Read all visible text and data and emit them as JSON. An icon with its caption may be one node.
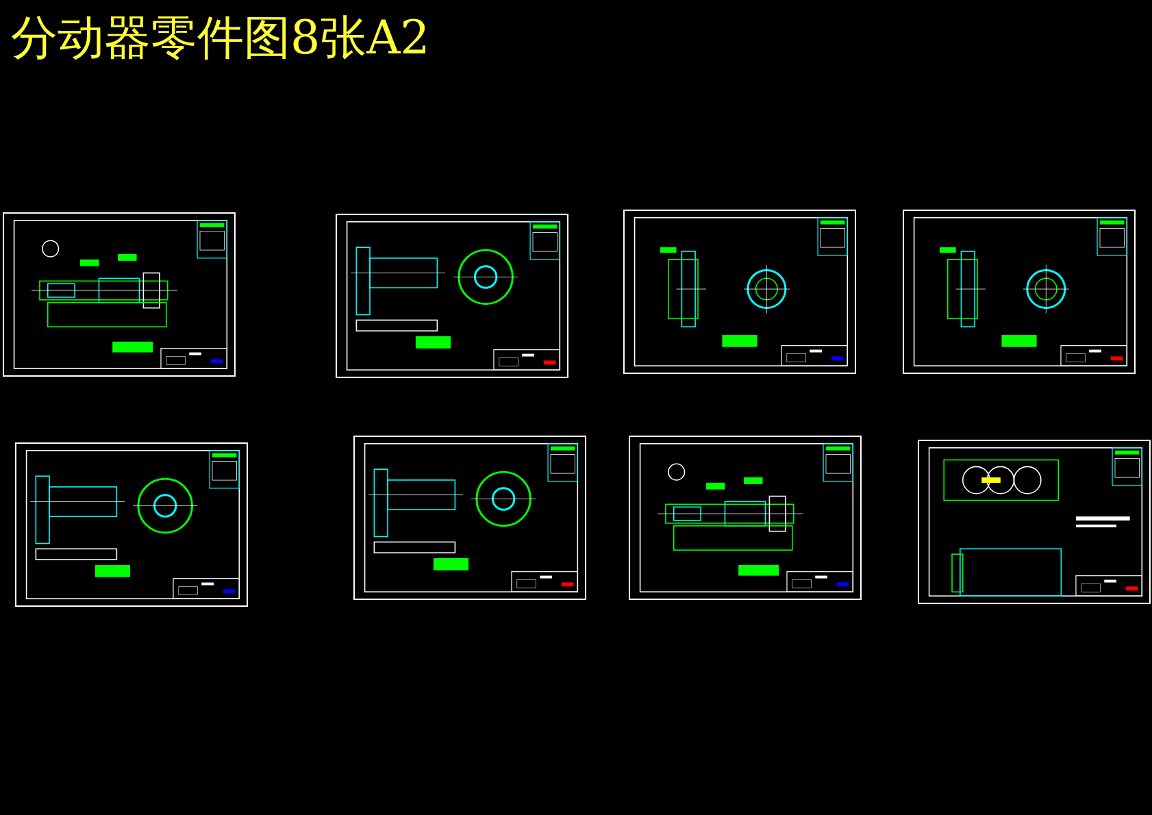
{
  "diagram": {
    "title": "分动器零件图8张A2",
    "nodes": [
      {
        "text": [],
        "shape": "picture"
      },
      {
        "text": [],
        "shape": "picture"
      },
      {
        "text": [],
        "shape": "picture"
      },
      {
        "text": [],
        "shape": "picture"
      },
      {
        "text": [],
        "shape": "picture"
      },
      {
        "text": [],
        "shape": "picture"
      },
      {
        "text": [],
        "shape": "picture"
      },
      {
        "text": [],
        "shape": "picture"
      }
    ]
  }
}
